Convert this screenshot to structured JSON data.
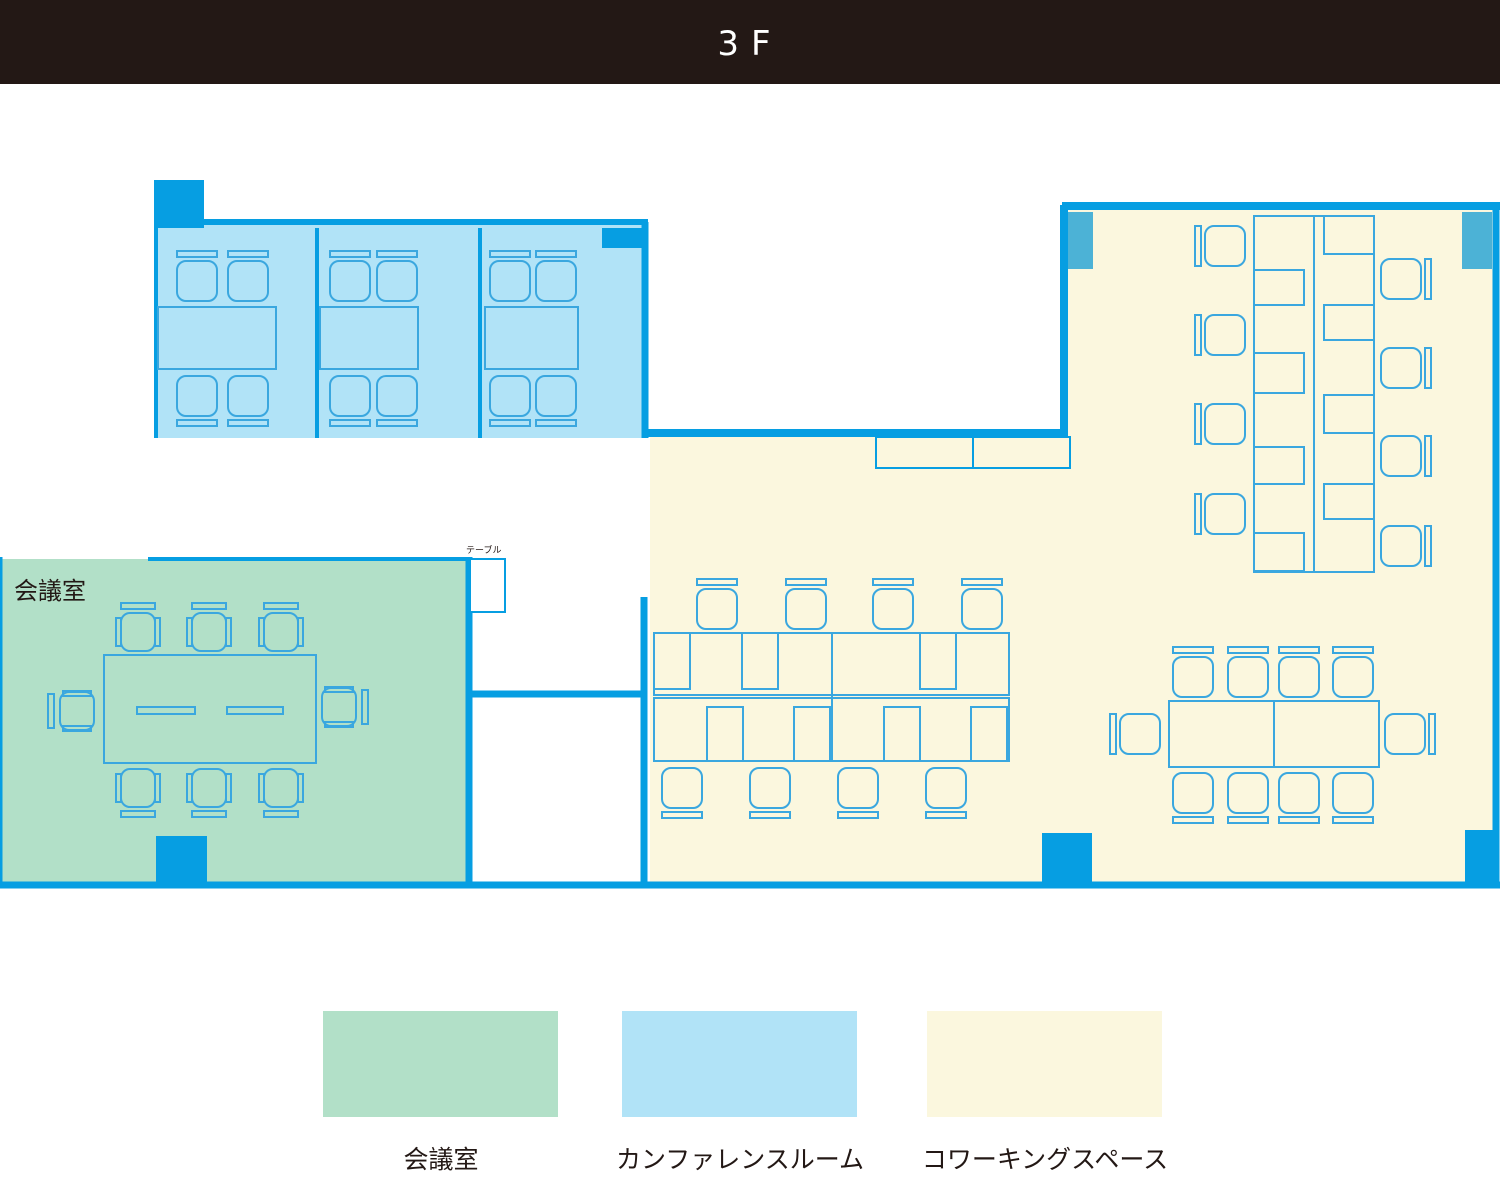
{
  "floor_label": "3F",
  "room_label_meeting": "会議室",
  "table_label": "テーブル",
  "colors": {
    "wall": "#069ee2",
    "furniture": "#3aa7df",
    "meeting": "#b2e0c8",
    "conference": "#b1e3f7",
    "coworking": "#fbf7de",
    "pillar_light": "#4cb2d6",
    "header": "#231815"
  },
  "legend": [
    {
      "label": "会議室",
      "color": "#b2e0c8"
    },
    {
      "label": "カンファレンスルーム",
      "color": "#b1e3f7"
    },
    {
      "label": "コワーキングスペース",
      "color": "#fbf7de"
    }
  ]
}
